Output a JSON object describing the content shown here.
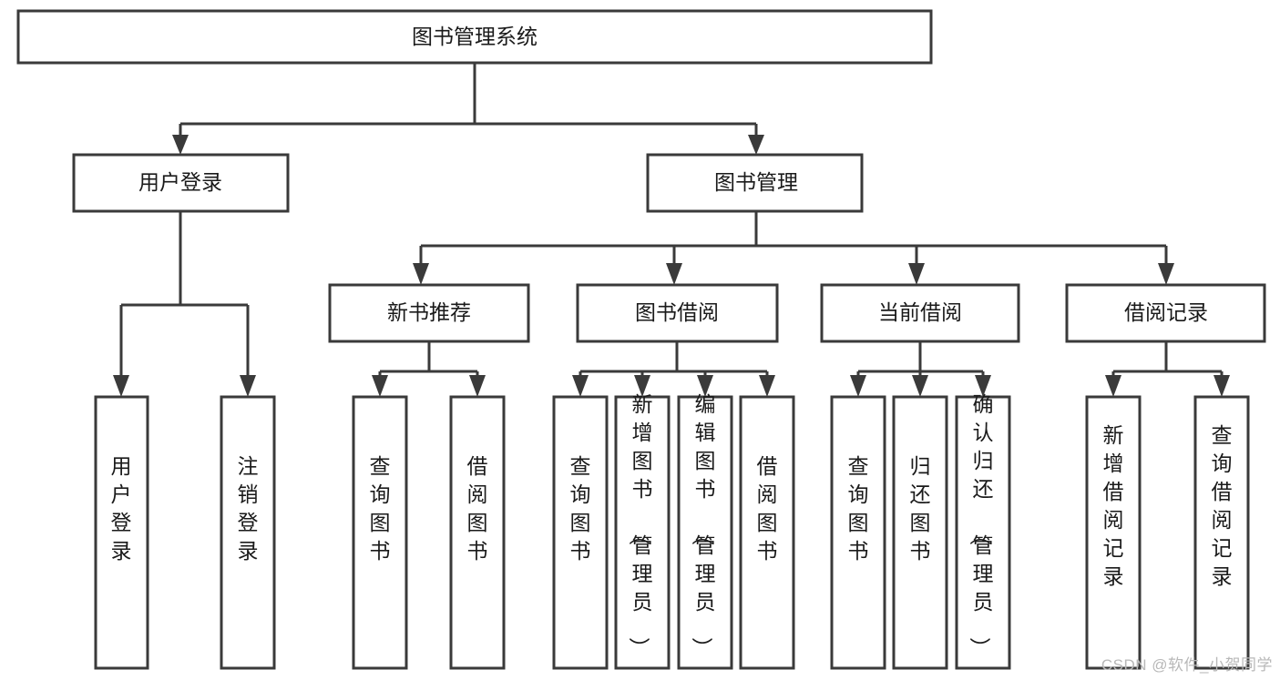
{
  "diagram": {
    "type": "hierarchy-tree",
    "title": "图书管理系统",
    "background_color": "#ffffff",
    "line_color": "#3a3a3a",
    "text_color": "#1a1a1a",
    "root": {
      "label": "图书管理系统",
      "orientation": "horizontal"
    },
    "level2": [
      {
        "label": "用户登录",
        "orientation": "horizontal"
      },
      {
        "label": "图书管理",
        "orientation": "horizontal"
      }
    ],
    "level3": [
      {
        "label": "新书推荐",
        "orientation": "horizontal"
      },
      {
        "label": "图书借阅",
        "orientation": "horizontal"
      },
      {
        "label": "当前借阅",
        "orientation": "horizontal"
      },
      {
        "label": "借阅记录",
        "orientation": "horizontal"
      }
    ],
    "leaves": {
      "user_login": [
        {
          "label": "用户登录",
          "orientation": "vertical"
        },
        {
          "label": "注销登录",
          "orientation": "vertical"
        }
      ],
      "new_book_recommend": [
        {
          "label": "查询图书",
          "orientation": "vertical"
        },
        {
          "label": "借阅图书",
          "orientation": "vertical"
        }
      ],
      "book_borrow": [
        {
          "label": "查询图书",
          "orientation": "vertical"
        },
        {
          "label": "新增图书（管理员）",
          "orientation": "vertical"
        },
        {
          "label": "编辑图书（管理员）",
          "orientation": "vertical"
        },
        {
          "label": "借阅图书",
          "orientation": "vertical"
        }
      ],
      "current_borrow": [
        {
          "label": "查询图书",
          "orientation": "vertical"
        },
        {
          "label": "归还图书",
          "orientation": "vertical"
        },
        {
          "label": "确认归还（管理员）",
          "orientation": "vertical"
        }
      ],
      "borrow_record": [
        {
          "label": "新增借阅记录",
          "orientation": "vertical"
        },
        {
          "label": "查询借阅记录",
          "orientation": "vertical"
        }
      ]
    }
  },
  "watermark": {
    "text": "CSDN @软件_小贺同学"
  }
}
